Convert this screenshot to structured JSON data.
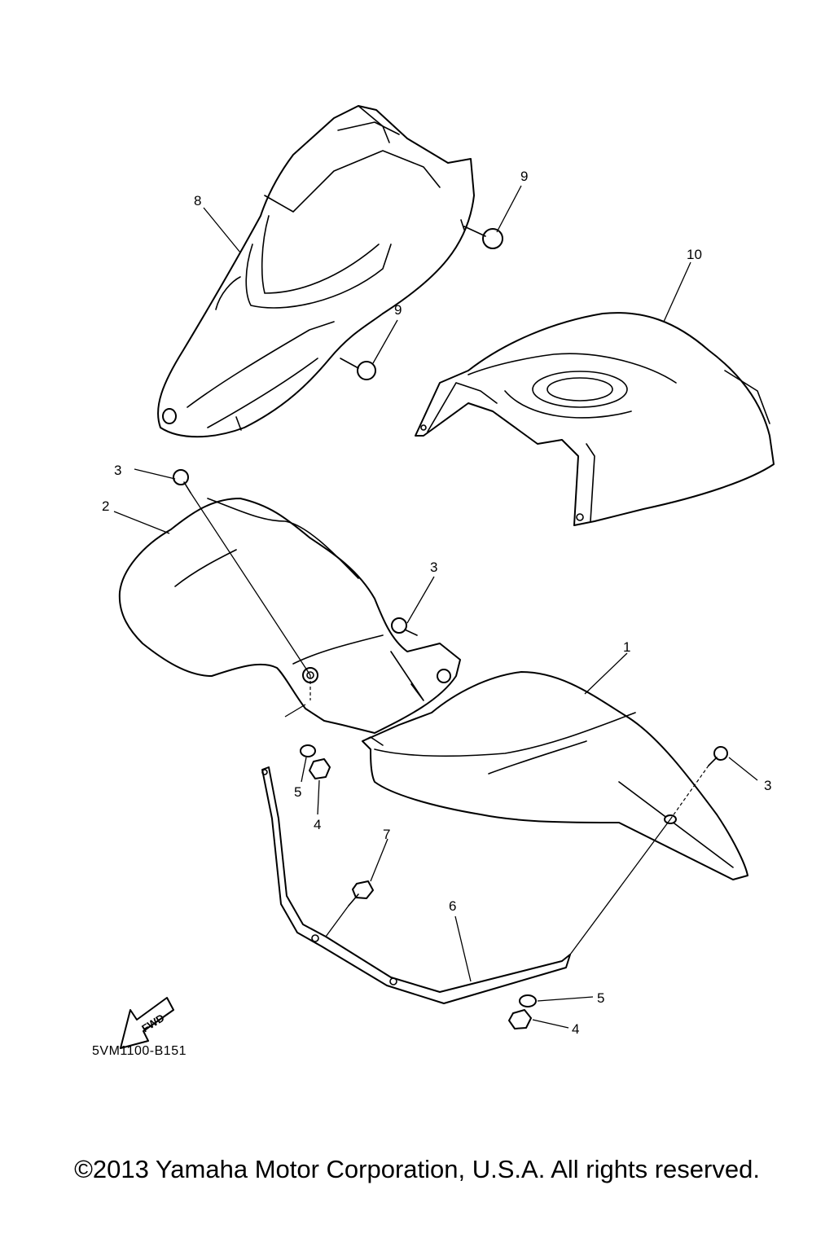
{
  "diagram_code": "5VM1100-B151",
  "copyright": "©2013 Yamaha Motor Corporation, U.S.A. All rights reserved.",
  "fwd_label": "FWD",
  "callouts": {
    "c8": "8",
    "c9a": "9",
    "c10": "10",
    "c9b": "9",
    "c3a": "3",
    "c2": "2",
    "c3b": "3",
    "c1": "1",
    "c3c": "3",
    "c5a": "5",
    "c4a": "4",
    "c7": "7",
    "c6": "6",
    "c5b": "5",
    "c4b": "4"
  },
  "icons": [
    "fwd-arrow-icon"
  ]
}
